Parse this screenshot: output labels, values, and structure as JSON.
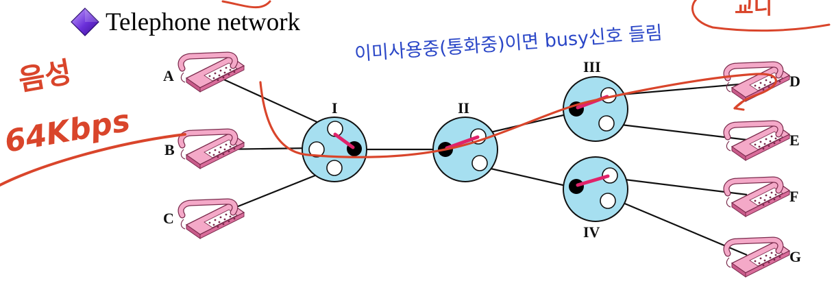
{
  "slide": {
    "title": "Telephone network"
  },
  "telephones": [
    {
      "id": "A",
      "label": "A"
    },
    {
      "id": "B",
      "label": "B"
    },
    {
      "id": "C",
      "label": "C"
    },
    {
      "id": "D",
      "label": "D"
    },
    {
      "id": "E",
      "label": "E"
    },
    {
      "id": "F",
      "label": "F"
    },
    {
      "id": "G",
      "label": "G"
    }
  ],
  "switches": [
    {
      "id": "I",
      "label": "I"
    },
    {
      "id": "II",
      "label": "II"
    },
    {
      "id": "III",
      "label": "III"
    },
    {
      "id": "IV",
      "label": "IV"
    }
  ],
  "annotations": {
    "korean_note": "이미사용중(통화중)이면 busy신호 들림",
    "voice_word": "음성",
    "rate_text": "64Kbps",
    "top_right_fragment": "교니"
  },
  "colors": {
    "switch_fill": "#a6dff0",
    "connection_pink": "#e0236a",
    "annotation_red": "#d9452b",
    "annotation_blue": "#2b47c7",
    "bullet_purple": "#6a2fd9",
    "phone_pink": "#ef9cc0"
  }
}
